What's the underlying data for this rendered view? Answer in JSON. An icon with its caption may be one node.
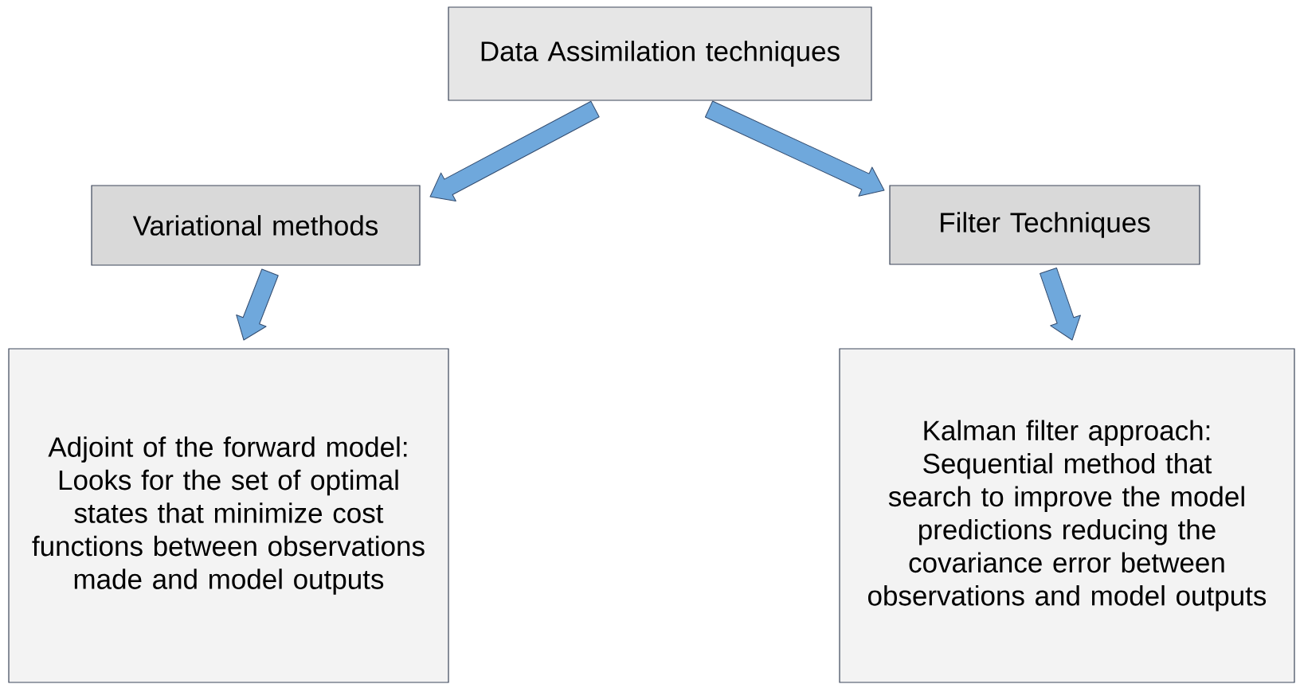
{
  "diagram": {
    "nodes": [
      {
        "text": [
          "Data Assimilation techniques"
        ]
      },
      {
        "text": [
          "Variational methods"
        ]
      },
      {
        "text": [
          "Filter Techniques"
        ]
      },
      {
        "text": [
          "Adjoint of the forward model: Looks for the set of optimal states that minimize cost functions between observations made and model outputs"
        ]
      },
      {
        "text": [
          "Kalman filter approach: Sequential method that search to improve the model predictions reducing the covariance error between observations and model outputs"
        ]
      }
    ],
    "edges": [
      {
        "from": 0,
        "to": 1,
        "arrow": "to"
      },
      {
        "from": 0,
        "to": 2,
        "arrow": "to"
      },
      {
        "from": 1,
        "to": 3,
        "arrow": "to"
      },
      {
        "from": 2,
        "to": 4,
        "arrow": "to"
      }
    ]
  }
}
